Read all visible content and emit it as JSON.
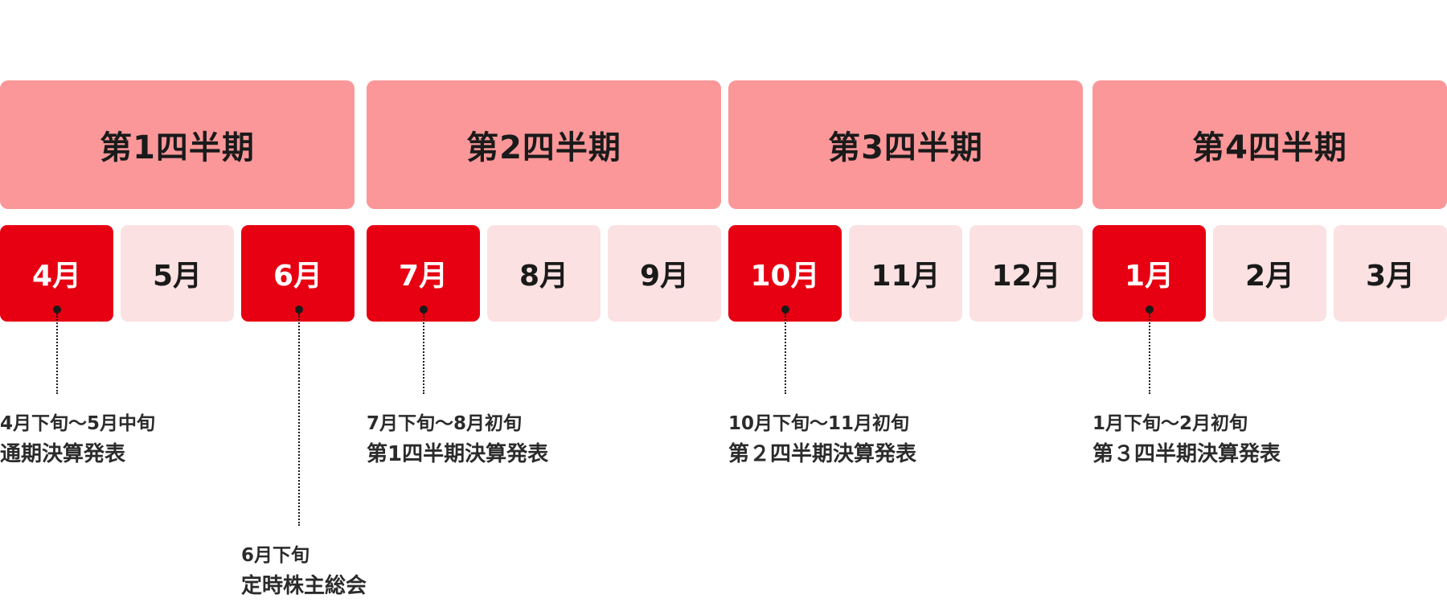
{
  "quarters": [
    {
      "label": "第1四半期"
    },
    {
      "label": "第2四半期"
    },
    {
      "label": "第3四半期"
    },
    {
      "label": "第4四半期"
    }
  ],
  "months": [
    {
      "label": "4月",
      "active": true
    },
    {
      "label": "5月",
      "active": false
    },
    {
      "label": "6月",
      "active": true
    },
    {
      "label": "7月",
      "active": true
    },
    {
      "label": "8月",
      "active": false
    },
    {
      "label": "9月",
      "active": false
    },
    {
      "label": "10月",
      "active": true
    },
    {
      "label": "11月",
      "active": false
    },
    {
      "label": "12月",
      "active": false
    },
    {
      "label": "1月",
      "active": true
    },
    {
      "label": "2月",
      "active": false
    },
    {
      "label": "3月",
      "active": false
    }
  ],
  "events": [
    {
      "when": "4月下旬〜5月中旬",
      "what": "通期決算発表"
    },
    {
      "when": "6月下旬",
      "what": "定時株主総会"
    },
    {
      "when": "7月下旬〜8月初旬",
      "what": "第1四半期決算発表"
    },
    {
      "when": "10月下旬〜11月初旬",
      "what": "第２四半期決算発表"
    },
    {
      "when": "1月下旬〜2月初旬",
      "what": "第３四半期決算発表"
    }
  ],
  "colors": {
    "quarter_bg": "#fb9799",
    "month_active_bg": "#e60012",
    "month_inactive_bg": "#fbe1e2"
  }
}
